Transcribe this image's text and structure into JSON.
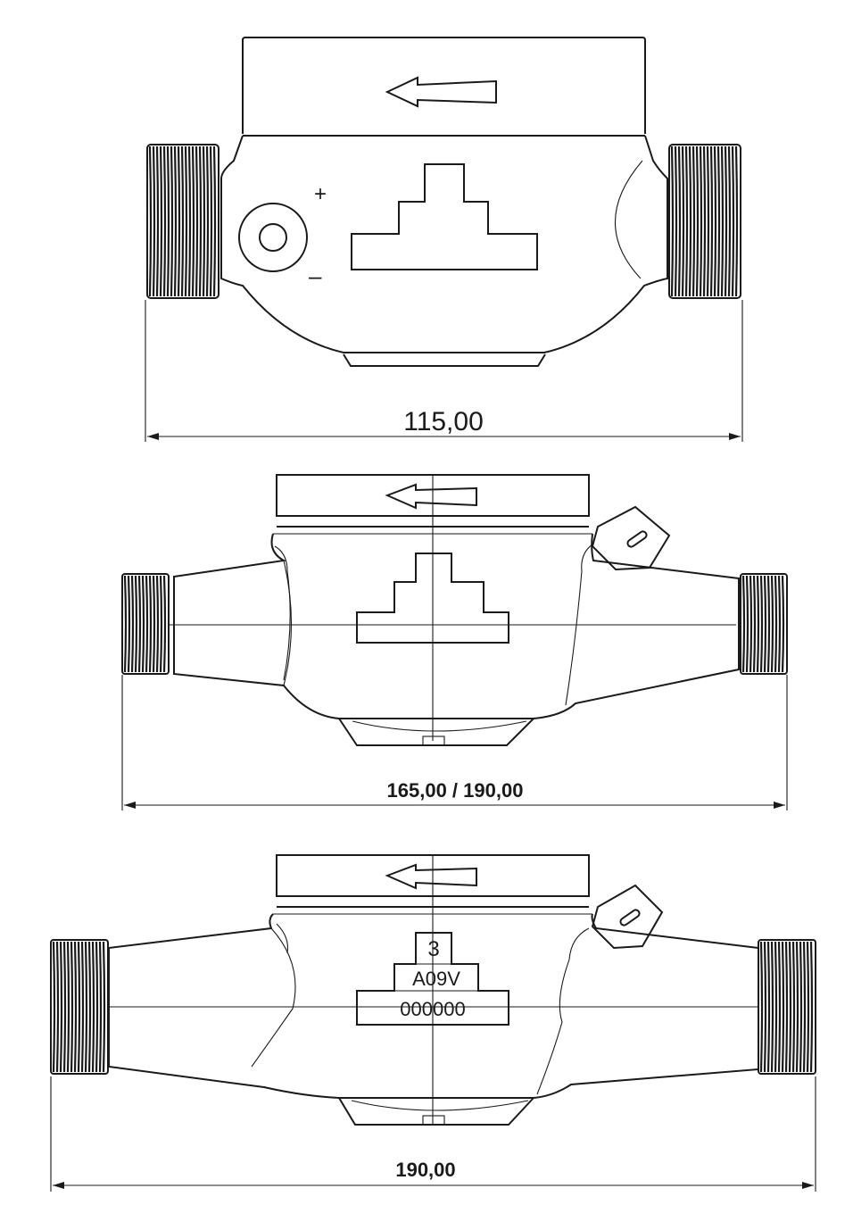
{
  "views": [
    {
      "id": "view-115",
      "dimension": "115,00"
    },
    {
      "id": "view-165-190",
      "dimension": "165,00 / 190,00"
    },
    {
      "id": "view-190",
      "dimension": "190,00",
      "label_lines": [
        "3",
        "A09V",
        "000000"
      ]
    }
  ],
  "symbols": {
    "plus": "+",
    "minus": "–"
  },
  "colors": {
    "line": "#1a1a1a",
    "background": "#ffffff"
  }
}
